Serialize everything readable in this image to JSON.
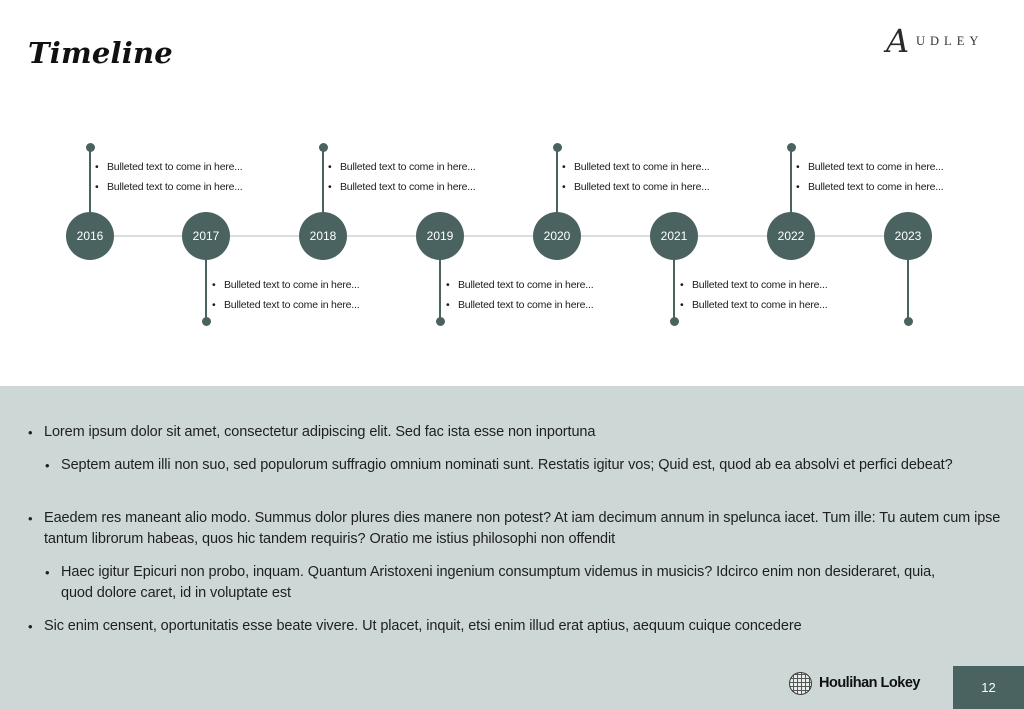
{
  "header": {
    "title": "Timeline",
    "brand_initial": "A",
    "brand_rest": "UDLEY"
  },
  "timeline": {
    "years": [
      "2016",
      "2017",
      "2018",
      "2019",
      "2020",
      "2021",
      "2022",
      "2023"
    ],
    "bullet_text": "Bulleted text to come in here..."
  },
  "body": {
    "bullets": [
      "Lorem ipsum dolor sit amet, consectetur adipiscing elit. Sed fac ista esse non inportuna",
      "Septem autem illi non suo, sed populorum suffragio omnium nominati sunt. Restatis igitur vos; Quid est, quod ab ea absolvi et perfici debeat?",
      "Eaedem res maneant alio modo. Summus dolor plures dies manere non potest? At iam decimum annum in spelunca iacet. Tum ille: Tu autem cum ipse tantum librorum habeas, quos hic tandem requiris? Oratio me istius philosophi non offendit",
      "Haec igitur Epicuri non probo, inquam. Quantum Aristoxeni ingenium consumptum videmus in musicis? Idcirco enim non desideraret, quia, quod dolore caret, id in voluptate est",
      "Sic enim censent, oportunitatis esse beate vivere. Ut placet, inquit, etsi enim illud erat aptius, aequum cuique concedere"
    ]
  },
  "footer": {
    "company": "Houlihan Lokey",
    "page_number": "12"
  },
  "colors": {
    "accent": "#4a6360",
    "panel_bg": "#cdd8d6"
  },
  "icons": {
    "footer_logo": "globe-icon"
  }
}
